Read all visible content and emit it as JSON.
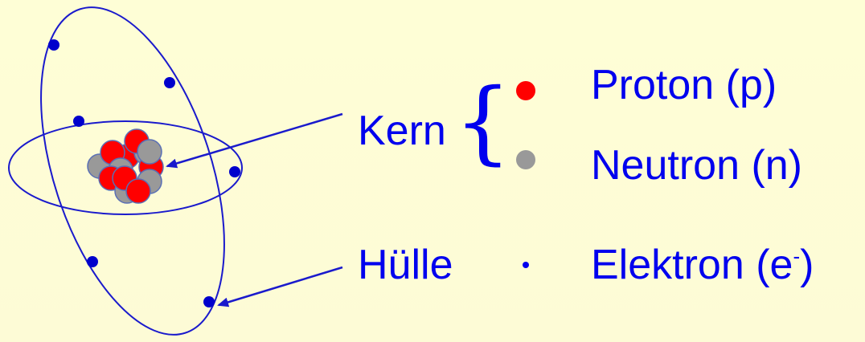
{
  "colors": {
    "label": "#0000ee",
    "orbit": "#1a1acc",
    "electron": "#0000cc",
    "proton": "#ff0000",
    "neutron": "#999999",
    "background": "#fefed6"
  },
  "labels": {
    "kern": "Kern",
    "brace": "{",
    "huelle": "Hülle",
    "proton": "Proton (p)",
    "neutron": "Neutron (n)",
    "elektron": "Elektron (e",
    "elektron_sup": "-",
    "elektron_close": ")"
  },
  "icons": {
    "proton": "red-dot-icon",
    "neutron": "gray-dot-icon",
    "elektron": "small-blue-dot-icon"
  }
}
